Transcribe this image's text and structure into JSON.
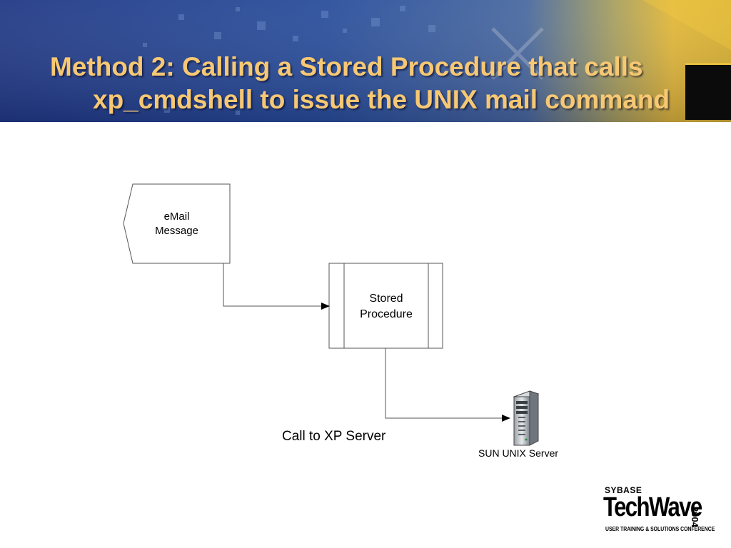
{
  "slide": {
    "title_line1": "Method 2: Calling a Stored Procedure that calls",
    "title_line2": "xp_cmdshell to issue the UNIX mail command"
  },
  "diagram": {
    "nodes": {
      "email": "eMail\nMessage",
      "stored_procedure": "Stored\nProcedure",
      "server": "SUN UNIX Server"
    },
    "edges": [
      {
        "from": "email",
        "to": "stored_procedure",
        "label": ""
      },
      {
        "from": "stored_procedure",
        "to": "server",
        "label": "Call to XP Server"
      }
    ]
  },
  "logo": {
    "brand": "SYBASE",
    "product": "TechWave",
    "year": "2004",
    "tagline": "USER TRAINING & SOLUTIONS CONFERENCE"
  },
  "colors": {
    "header_blue": "#1c3576",
    "title": "#f7c873",
    "accent_gold": "#e8b830"
  }
}
